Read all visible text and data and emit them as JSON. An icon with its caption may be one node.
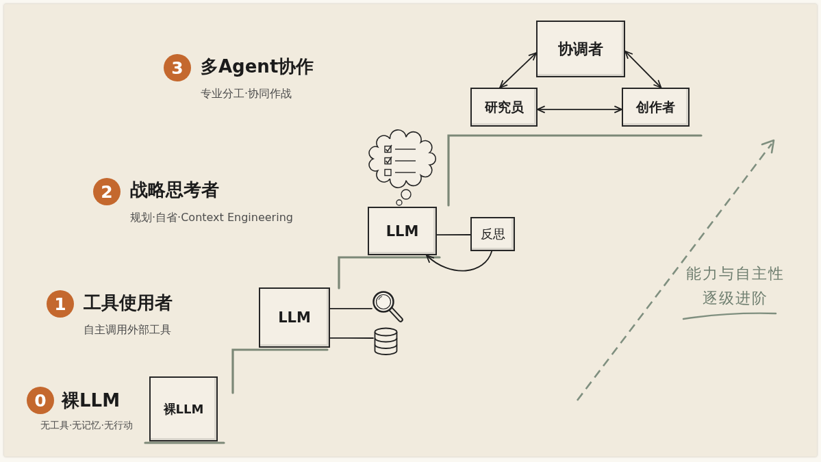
{
  "diagram": {
    "nodes": [
      {
        "text": [
          "3"
        ],
        "beside": [
          "多Agent协作",
          "专业分工·协同作战"
        ]
      },
      {
        "text": [
          "协调者"
        ]
      },
      {
        "text": [
          "研究员"
        ]
      },
      {
        "text": [
          "创作者"
        ]
      },
      {
        "text": [
          "2"
        ],
        "beside": [
          "战略思考者",
          "规划·自省·Context Engineering"
        ]
      },
      {
        "text": [
          "LLM"
        ]
      },
      {
        "text": [
          "反思"
        ]
      },
      {
        "text": [
          "1"
        ],
        "beside": [
          "工具使用者",
          "自主调用外部工具"
        ]
      },
      {
        "text": [
          "LLM"
        ]
      },
      {
        "text": [],
        "shape": "picture"
      },
      {
        "text": [],
        "shape": "cylinder"
      },
      {
        "text": [
          "0"
        ],
        "beside": [
          "裸LLM",
          "无工具·无记忆·无行动"
        ]
      },
      {
        "text": [
          "裸LLM"
        ]
      }
    ],
    "edges": [
      {
        "from": 1,
        "to": 2,
        "arrow": "both"
      },
      {
        "from": 1,
        "to": 3,
        "arrow": "both"
      },
      {
        "from": 2,
        "to": 3,
        "arrow": "both"
      },
      {
        "from": 5,
        "to": 6,
        "arrow": "none"
      },
      {
        "from": 6,
        "to": 5,
        "arrow": "to"
      },
      {
        "from": 8,
        "to": 9,
        "arrow": "none"
      },
      {
        "from": 8,
        "to": 10,
        "arrow": "none"
      }
    ],
    "labels": [
      "能力与自主性逐级进阶"
    ]
  }
}
